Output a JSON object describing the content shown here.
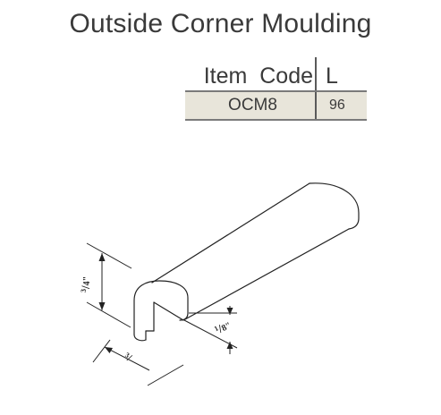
{
  "title": "Outside Corner Moulding",
  "table": {
    "headers": {
      "item_code": "Item  Code",
      "length": "L"
    },
    "rows": [
      {
        "item_code": "OCM8",
        "length": "96"
      }
    ]
  },
  "dimensions": {
    "height_label": "3/4\"",
    "thickness_label": "1/8\"",
    "width_label": "3/4\""
  }
}
